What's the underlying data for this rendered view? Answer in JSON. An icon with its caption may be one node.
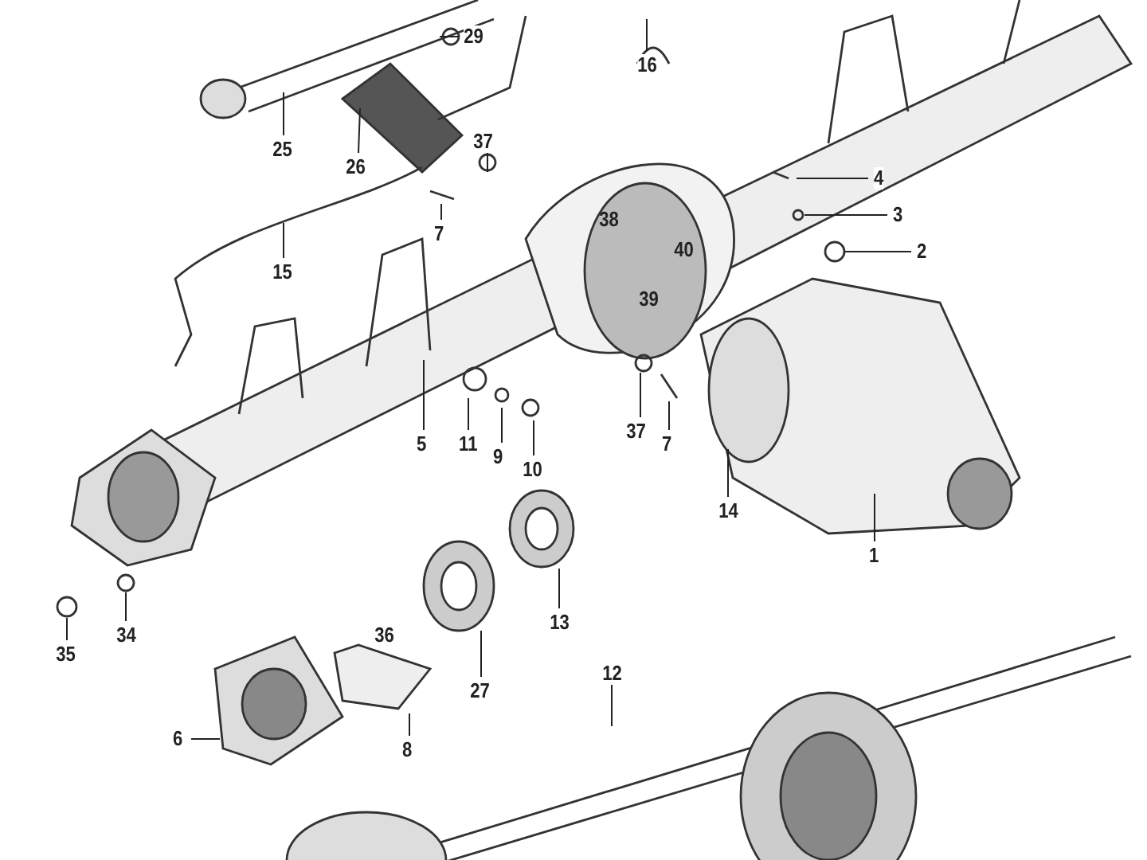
{
  "diagram": {
    "nodes": [
      {
        "text": [
          "29"
        ]
      },
      {
        "text": [
          "16"
        ]
      },
      {
        "text": [
          "25"
        ]
      },
      {
        "text": [
          "26"
        ]
      },
      {
        "text": [
          "37"
        ]
      },
      {
        "text": [
          "7"
        ]
      },
      {
        "text": [
          "15"
        ]
      },
      {
        "text": [
          "4"
        ]
      },
      {
        "text": [
          "3"
        ]
      },
      {
        "text": [
          "2"
        ]
      },
      {
        "text": [
          "37"
        ]
      },
      {
        "text": [
          "7"
        ]
      },
      {
        "text": [
          "5"
        ]
      },
      {
        "text": [
          "11"
        ]
      },
      {
        "text": [
          "9"
        ]
      },
      {
        "text": [
          "10"
        ]
      },
      {
        "text": [
          "14"
        ]
      },
      {
        "text": [
          "1"
        ]
      },
      {
        "text": [
          "13"
        ]
      },
      {
        "text": [
          "34"
        ]
      },
      {
        "text": [
          "35"
        ]
      },
      {
        "text": [
          "27"
        ]
      },
      {
        "text": [
          "12"
        ]
      },
      {
        "text": [
          "6"
        ]
      },
      {
        "text": [
          "8"
        ]
      }
    ],
    "edges": [
      {
        "from": 0,
        "to": null,
        "arrow": "none"
      },
      {
        "from": 1,
        "to": null,
        "arrow": "none"
      },
      {
        "from": 2,
        "to": null,
        "arrow": "none"
      },
      {
        "from": 3,
        "to": null,
        "arrow": "none"
      },
      {
        "from": 4,
        "to": null,
        "arrow": "none"
      },
      {
        "from": 5,
        "to": null,
        "arrow": "none"
      },
      {
        "from": 6,
        "to": null,
        "arrow": "none"
      },
      {
        "from": 7,
        "to": null,
        "arrow": "none"
      },
      {
        "from": 8,
        "to": null,
        "arrow": "none"
      },
      {
        "from": 9,
        "to": null,
        "arrow": "none"
      },
      {
        "from": 10,
        "to": null,
        "arrow": "none"
      },
      {
        "from": 11,
        "to": null,
        "arrow": "none"
      },
      {
        "from": 12,
        "to": null,
        "arrow": "none"
      },
      {
        "from": 13,
        "to": null,
        "arrow": "none"
      },
      {
        "from": 14,
        "to": null,
        "arrow": "none"
      },
      {
        "from": 15,
        "to": null,
        "arrow": "none"
      },
      {
        "from": 16,
        "to": null,
        "arrow": "none"
      },
      {
        "from": 17,
        "to": null,
        "arrow": "none"
      },
      {
        "from": 18,
        "to": null,
        "arrow": "none"
      },
      {
        "from": 19,
        "to": null,
        "arrow": "none"
      },
      {
        "from": 20,
        "to": null,
        "arrow": "none"
      },
      {
        "from": 21,
        "to": null,
        "arrow": "none"
      },
      {
        "from": 22,
        "to": null,
        "arrow": "none"
      },
      {
        "from": 23,
        "to": null,
        "arrow": "none"
      },
      {
        "from": 24,
        "to": null,
        "arrow": "none"
      }
    ],
    "labels": [
      "38",
      "40",
      "39",
      "36"
    ]
  }
}
